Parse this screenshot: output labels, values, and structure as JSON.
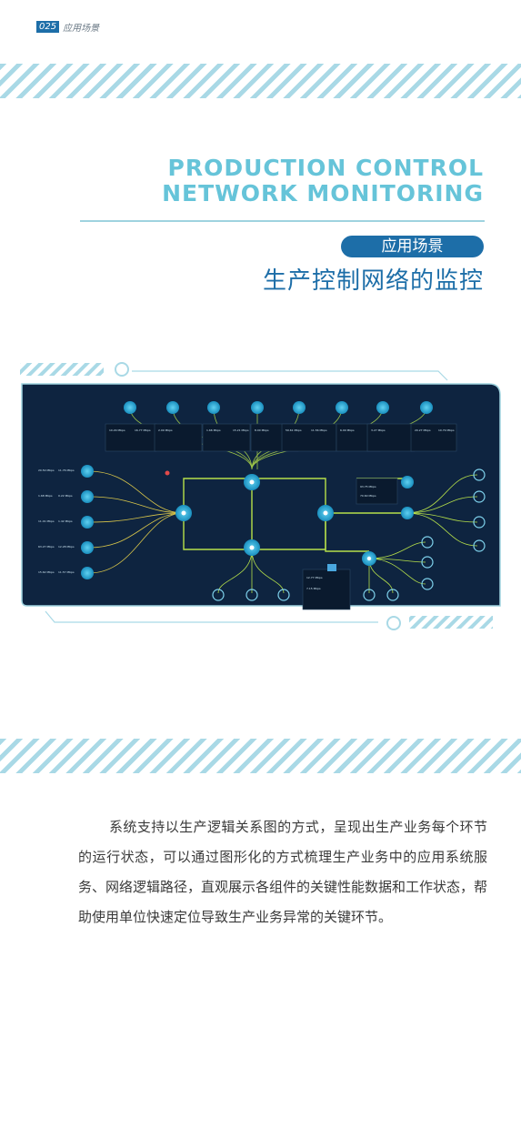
{
  "header": {
    "page_number": "025",
    "section": "应用场景"
  },
  "title": {
    "en_line1": "PRODUCTION CONTROL",
    "en_line2": "NETWORK MONITORING",
    "badge": "应用场景",
    "cn": "生产控制网络的监控"
  },
  "body": "系统支持以生产逻辑关系图的方式，呈现出生产业务每个环节的运行状态，可以通过图形化的方式梳理生产业务中的应用系统服务、网络逻辑路径，直观展示各组件的关键性能数据和工作状态，帮助使用单位快速定位导致生产业务异常的关键环节。",
  "colors": {
    "accent": "#1d6ea8",
    "title_light": "#66c4d9",
    "stripe": "#a9d9e6",
    "panel_bg": "#0e2440",
    "node": "#2fb6df",
    "link_green": "#b6e04a",
    "link_yellow": "#d9c64a"
  }
}
